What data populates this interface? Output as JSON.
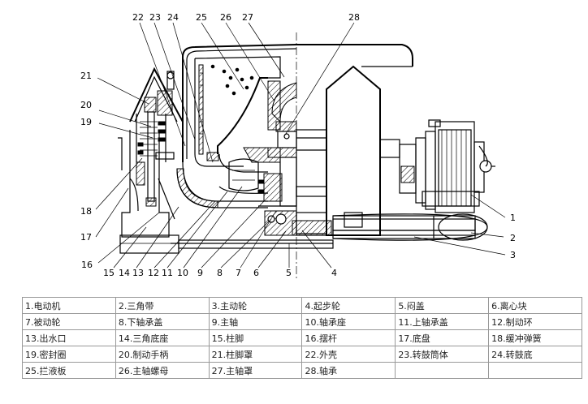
{
  "callouts": {
    "c1": "1",
    "c2": "2",
    "c3": "3",
    "c4": "4",
    "c5": "5",
    "c6": "6",
    "c7": "7",
    "c8": "8",
    "c9": "9",
    "c10": "10",
    "c11": "11",
    "c12": "12",
    "c13": "13",
    "c14": "14",
    "c15": "15",
    "c16": "16",
    "c17": "17",
    "c18": "18",
    "c19": "19",
    "c20": "20",
    "c21": "21",
    "c22": "22",
    "c23": "23",
    "c24": "24",
    "c25": "25",
    "c26": "26",
    "c27": "27",
    "c28": "28"
  },
  "legend": [
    [
      "1.电动机",
      "2.三角带",
      "3.主动轮",
      "4.起步轮",
      "5.闷盖",
      "6.离心块"
    ],
    [
      "7.被动轮",
      "8.下轴承盖",
      "9.主轴",
      "10.轴承座",
      "11.上轴承盖",
      "12.制动环"
    ],
    [
      "13.出水口",
      "14.三角底座",
      "15.柱脚",
      "16.摆杆",
      "17.底盘",
      "18.缓冲弹簧"
    ],
    [
      "19.密封圈",
      "20.制动手柄",
      "21.柱脚罩",
      "22.外壳",
      "23.转鼓筒体",
      "24.转鼓底"
    ],
    [
      "25.拦液板",
      "26.主轴螺母",
      "27.主轴罩",
      "28.轴承",
      "",
      ""
    ]
  ]
}
